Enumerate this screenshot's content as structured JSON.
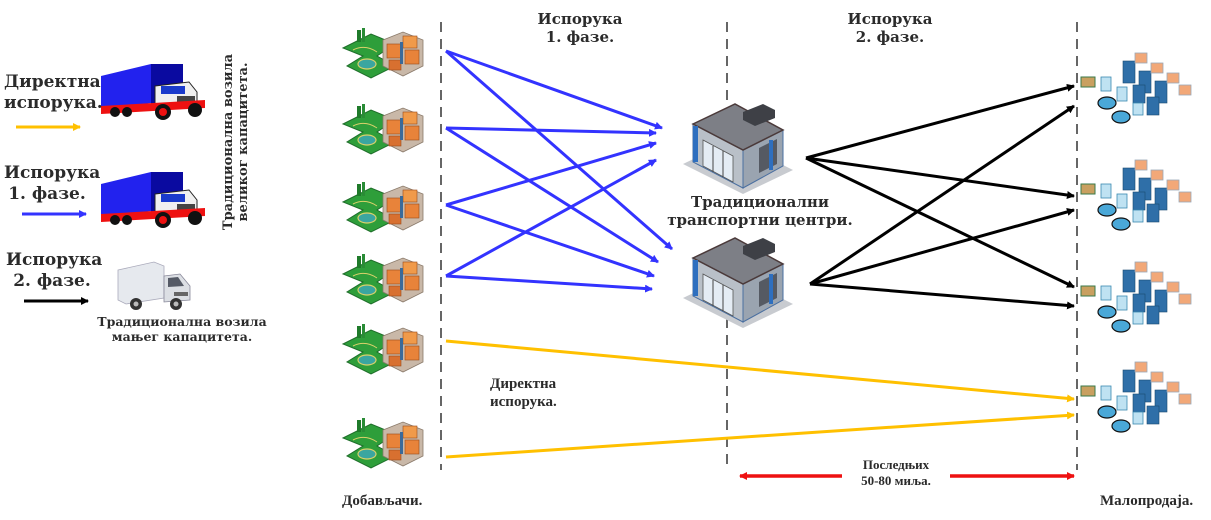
{
  "legend": {
    "direct": {
      "label": "Директна\nиспорука.",
      "arrow_color": "#FFC000"
    },
    "phase1": {
      "label": "Испорука\n1. фазе.",
      "arrow_color": "#3333FF"
    },
    "phase2": {
      "label": "Испорука\n2. фазе.",
      "arrow_color": "#000000"
    },
    "large_vehicles": "Традиционална возила\nвеликог капацитета.",
    "small_vehicles": "Традиционална возила\nмањег капацитета."
  },
  "diagram": {
    "phase1_title": "Испорука\n1. фазе.",
    "phase2_title": "Испорука\n2. фазе.",
    "hubs_label": "Традиционални\nтранспортни центри.",
    "direct_label": "Директна\nиспорука.",
    "last_mile_label": "Последњих\n50-80 миља.",
    "suppliers_label": "Добављачи.",
    "retail_label": "Малопродаја.",
    "supplier_count": 6,
    "hub_count": 2,
    "retail_count": 4
  },
  "colors": {
    "direct": "#FFC000",
    "phase1": "#3333FF",
    "phase2": "#000000",
    "last_mile": "#EE1111"
  }
}
